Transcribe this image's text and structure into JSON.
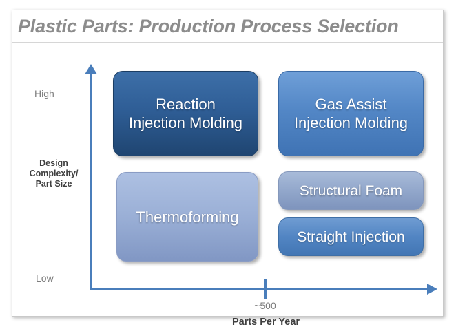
{
  "slide": {
    "title": "Plastic Parts: Production Process Selection"
  },
  "chart_data": {
    "type": "matrix",
    "title": "Plastic Parts: Production Process Selection",
    "xlabel": "Parts Per Year",
    "ylabel": "Design Complexity/ Part Size",
    "ylabel_line1": "Design",
    "ylabel_line2": "Complexity/",
    "ylabel_line3": "Part Size",
    "y_axis_high_label": "High",
    "y_axis_low_label": "Low",
    "x_tick_label": "~500",
    "grid": false,
    "legend": "none",
    "accent_color": "#4a7ebb",
    "quadrants": [
      {
        "id": "reaction-injection-molding",
        "label": "Reaction Injection Molding",
        "line1": "Reaction",
        "line2": "Injection Molding",
        "x_position": "low-volume",
        "y_position": "high-complexity",
        "color": "#2f5e96"
      },
      {
        "id": "gas-assist-injection-molding",
        "label": "Gas Assist Injection Molding",
        "line1": "Gas Assist",
        "line2": "Injection Molding",
        "x_position": "high-volume",
        "y_position": "high-complexity",
        "color": "#5387c6"
      },
      {
        "id": "thermoforming",
        "label": "Thermoforming",
        "line1": "Thermoforming",
        "line2": "",
        "x_position": "low-volume",
        "y_position": "low-complexity",
        "color": "#9aafd6"
      },
      {
        "id": "structural-foam",
        "label": "Structural Foam",
        "line1": "Structural Foam",
        "line2": "",
        "x_position": "high-volume",
        "y_position": "mid-low-complexity",
        "color": "#92a7cb"
      },
      {
        "id": "straight-injection",
        "label": "Straight Injection",
        "line1": "Straight Injection",
        "line2": "",
        "x_position": "high-volume",
        "y_position": "low-complexity",
        "color": "#5285c3"
      }
    ]
  }
}
